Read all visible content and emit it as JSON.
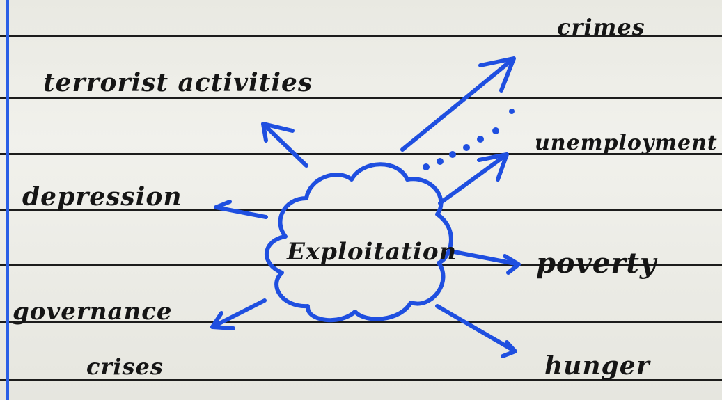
{
  "diagram": {
    "center": "Exploitation",
    "effects": {
      "crimes": "crimes",
      "terrorist_activities": "terrorist activities",
      "unemployment": "unemployment",
      "depression": "depression",
      "poverty": "poverty",
      "governance": "governance",
      "crises": "crises",
      "hunger": "hunger"
    }
  },
  "colors": {
    "ink": "#151515",
    "pen_blue": "#1f4fe0",
    "margin_line": "#2a5fe6",
    "paper": "#ecece6"
  }
}
